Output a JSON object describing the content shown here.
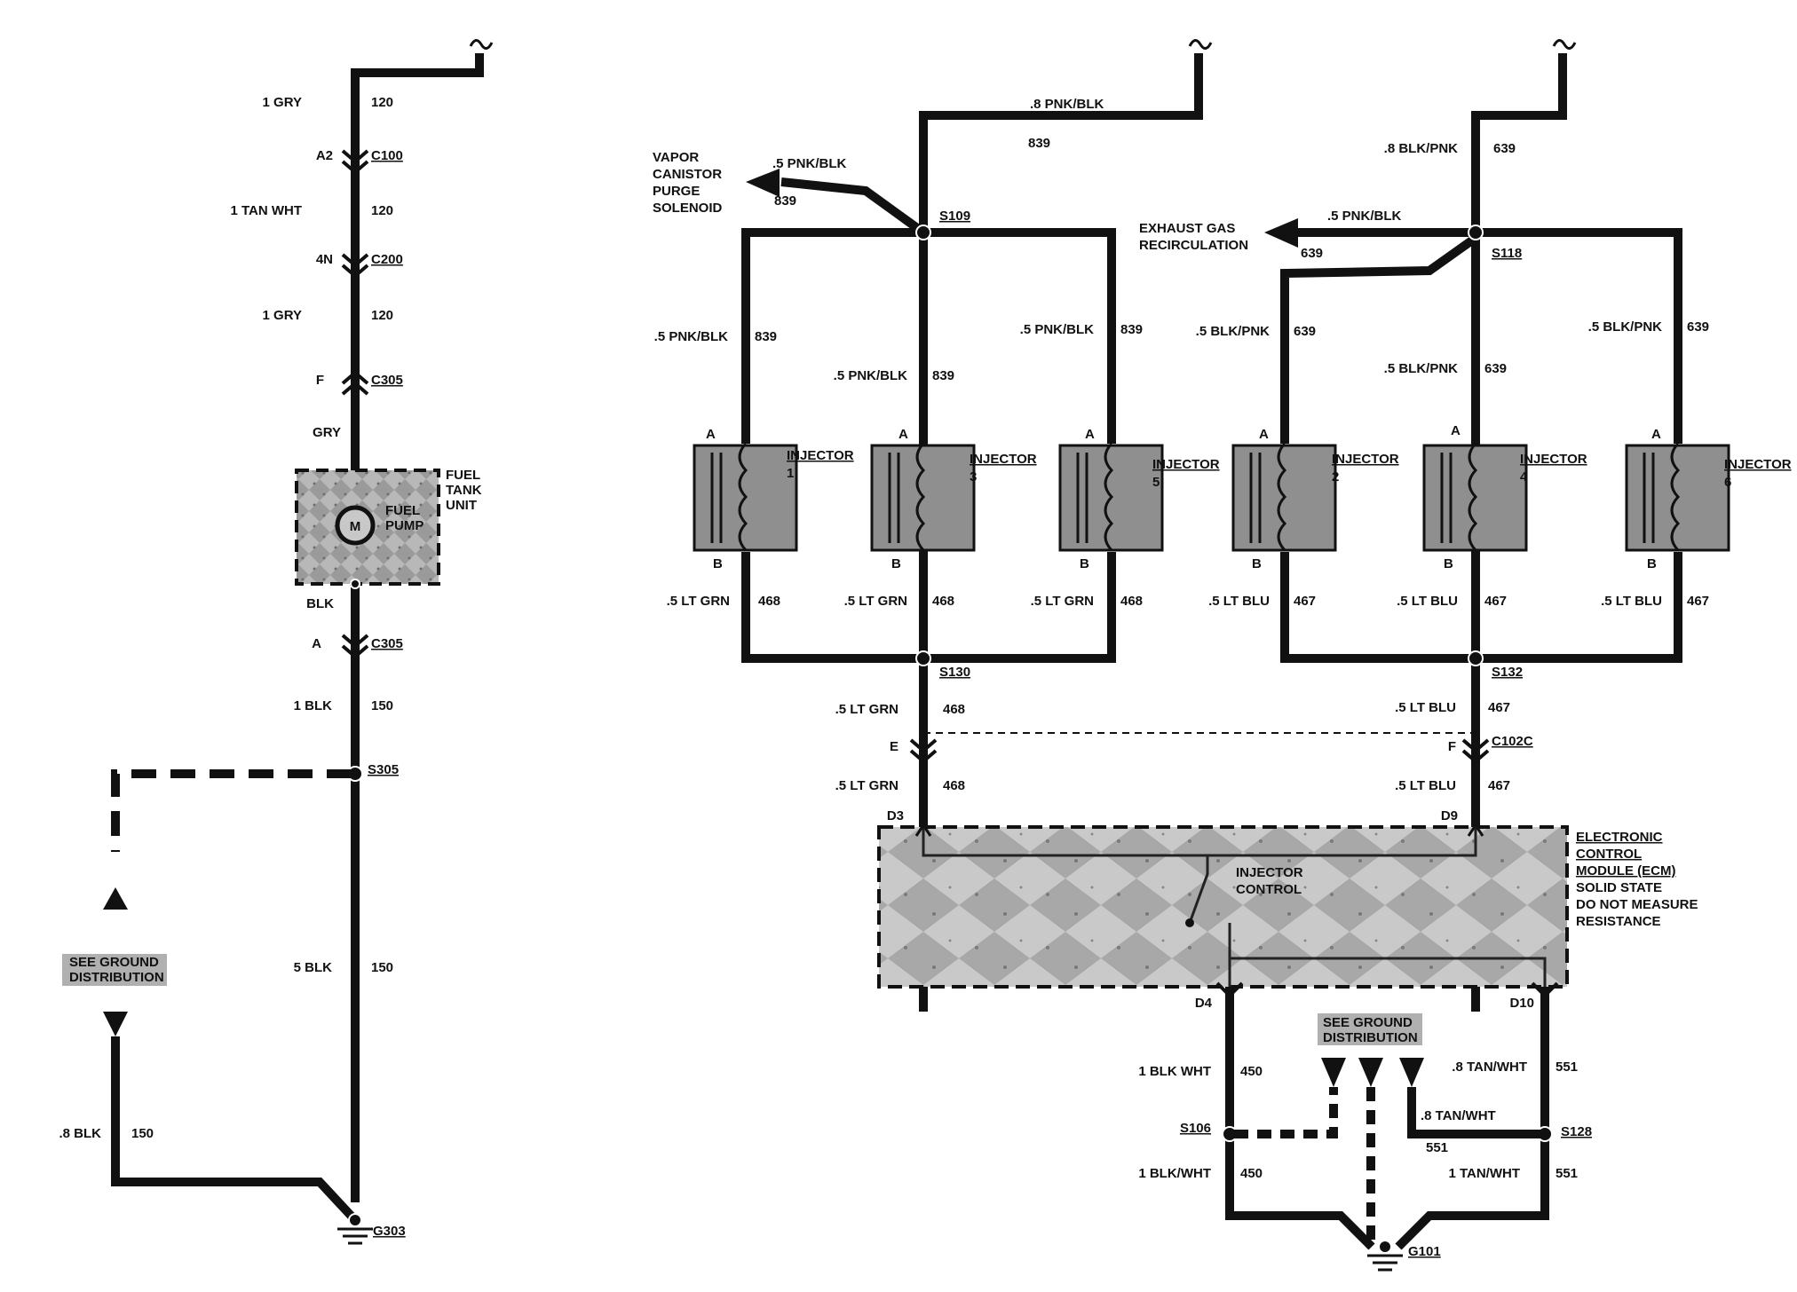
{
  "left": {
    "top_wire": {
      "color": "1 GRY",
      "circuit": "120"
    },
    "c100": {
      "pin": "A2",
      "name": "C100"
    },
    "w2": {
      "color": "1 TAN WHT",
      "circuit": "120"
    },
    "c200": {
      "pin": "4N",
      "name": "C200"
    },
    "w3": {
      "color": "1 GRY",
      "circuit": "120"
    },
    "c305a": {
      "pin": "F",
      "name": "C305"
    },
    "w4": {
      "color": "GRY"
    },
    "fuel_tank_unit": [
      "FUEL",
      "TANK",
      "UNIT"
    ],
    "motor_letter": "M",
    "fuel_pump": [
      "FUEL",
      "PUMP"
    ],
    "w5": {
      "color": "BLK"
    },
    "c305b": {
      "pin": "A",
      "name": "C305"
    },
    "w6": {
      "color": "1 BLK",
      "circuit": "150"
    },
    "s305": "S305",
    "see_ground": [
      "SEE GROUND",
      "DISTRIBUTION"
    ],
    "w7": {
      "color": "5 BLK",
      "circuit": "150"
    },
    "w8": {
      "color": ".8 BLK",
      "circuit": "150"
    },
    "g303": "G303"
  },
  "bank1": {
    "feed": {
      "color": ".8 PNK/BLK",
      "circuit": "839"
    },
    "vapor": [
      "VAPOR",
      "CANISTOR",
      "PURGE",
      "SOLENOID"
    ],
    "vapor_wire": {
      "color": ".5 PNK/BLK",
      "circuit": "839"
    },
    "s109": "S109",
    "inj_wires": [
      {
        "color": ".5 PNK/BLK",
        "circuit": "839"
      },
      {
        "color": ".5 PNK/BLK",
        "circuit": "839"
      },
      {
        "color": ".5 PNK/BLK",
        "circuit": "839"
      }
    ],
    "low_wires": [
      {
        "color": ".5 LT GRN",
        "circuit": "468"
      },
      {
        "color": ".5 LT GRN",
        "circuit": "468"
      },
      {
        "color": ".5 LT GRN",
        "circuit": "468"
      }
    ],
    "s130": "S130",
    "w_a": {
      "color": ".5 LT GRN",
      "circuit": "468"
    },
    "pin_e": "E",
    "w_b": {
      "color": ".5 LT GRN",
      "circuit": "468"
    },
    "pin_d3": "D3"
  },
  "bank2": {
    "feed": {
      "color": ".8 BLK/PNK",
      "circuit": "639"
    },
    "egr": [
      "EXHAUST GAS",
      "RECIRCULATION"
    ],
    "egr_wire": {
      "color": ".5 PNK/BLK",
      "circuit": "639"
    },
    "s118": "S118",
    "inj_wires": [
      {
        "color": ".5 BLK/PNK",
        "circuit": "639"
      },
      {
        "color": ".5 BLK/PNK",
        "circuit": "639"
      },
      {
        "color": ".5 BLK/PNK",
        "circuit": "639"
      }
    ],
    "low_wires": [
      {
        "color": ".5 LT BLU",
        "circuit": "467"
      },
      {
        "color": ".5 LT BLU",
        "circuit": "467"
      },
      {
        "color": ".5 LT BLU",
        "circuit": "467"
      }
    ],
    "s132": "S132",
    "w_a": {
      "color": ".5 LT BLU",
      "circuit": "467"
    },
    "pin_f": "F",
    "c102c": "C102C",
    "w_b": {
      "color": ".5 LT BLU",
      "circuit": "467"
    },
    "pin_d9": "D9"
  },
  "injectors": [
    {
      "name": "INJECTOR",
      "num": "1",
      "pin_a": "A",
      "pin_b": "B"
    },
    {
      "name": "INJECTOR",
      "num": "3",
      "pin_a": "A",
      "pin_b": "B"
    },
    {
      "name": "INJECTOR",
      "num": "5",
      "pin_a": "A",
      "pin_b": "B"
    },
    {
      "name": "INJECTOR",
      "num": "2",
      "pin_a": "A",
      "pin_b": "B"
    },
    {
      "name": "INJECTOR",
      "num": "4",
      "pin_a": "A",
      "pin_b": "B"
    },
    {
      "name": "INJECTOR",
      "num": "6",
      "pin_a": "A",
      "pin_b": "B"
    }
  ],
  "ecm": {
    "label": [
      "ELECTRONIC",
      "CONTROL",
      "MODULE (ECM)",
      "SOLID STATE",
      "DO NOT MEASURE",
      "RESISTANCE"
    ],
    "injector_control": [
      "INJECTOR",
      "CONTROL"
    ]
  },
  "ground": {
    "d4": "D4",
    "d10": "D10",
    "see_ground": [
      "SEE GROUND",
      "DISTRIBUTION"
    ],
    "w450a": {
      "color": "1 BLK WHT",
      "circuit": "450"
    },
    "s106": "S106",
    "w450b": {
      "color": "1 BLK/WHT",
      "circuit": "450"
    },
    "w551a": {
      "color": ".8 TAN/WHT",
      "circuit": "551"
    },
    "w551mid": {
      "color": ".8 TAN/WHT",
      "circuit": "551"
    },
    "s128": "S128",
    "w551b": {
      "color": "1 TAN/WHT",
      "circuit": "551"
    },
    "g101": "G101"
  }
}
